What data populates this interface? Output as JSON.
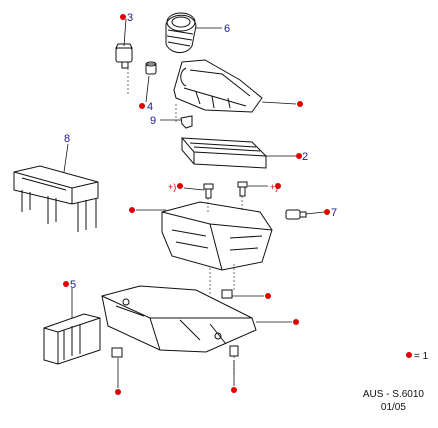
{
  "callouts": {
    "c3": "3",
    "c6": "6",
    "c4": "4",
    "c9": "9",
    "c8": "8",
    "c2": "2",
    "c7": "7",
    "c5": "5"
  },
  "bolt_labels": {
    "left": "+)",
    "right": "+)"
  },
  "legend": {
    "value": "= 1"
  },
  "footer": {
    "code": "AUS - S.6010",
    "date": "01/05"
  },
  "colors": {
    "callout_dot": "#e00000",
    "callout_text": "#1a1a9a",
    "line": "#111111"
  }
}
